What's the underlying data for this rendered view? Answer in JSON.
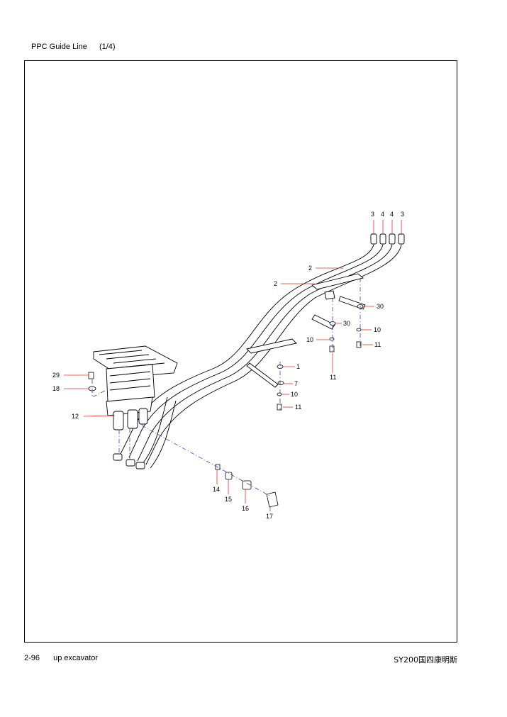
{
  "header": {
    "title": "PPC Guide Line",
    "page_fraction": "(1/4)"
  },
  "footer": {
    "page_number": "2-96",
    "subtitle": "up excavator",
    "model": "SY200国四康明斯"
  },
  "callouts": {
    "c3a": "3",
    "c4a": "4",
    "c4b": "4",
    "c3b": "3",
    "c2a": "2",
    "c2b": "2",
    "c30a": "30",
    "c30b": "30",
    "c10a": "10",
    "c10b": "10",
    "c10c": "10",
    "c11a": "11",
    "c11b": "11",
    "c11c": "11",
    "c1": "1",
    "c7": "7",
    "c29": "29",
    "c18": "18",
    "c12": "12",
    "c14": "14",
    "c15": "15",
    "c16": "16",
    "c17": "17"
  },
  "colors": {
    "leader": "#e03030",
    "guide": "#3a3ad8",
    "line": "#000000"
  }
}
